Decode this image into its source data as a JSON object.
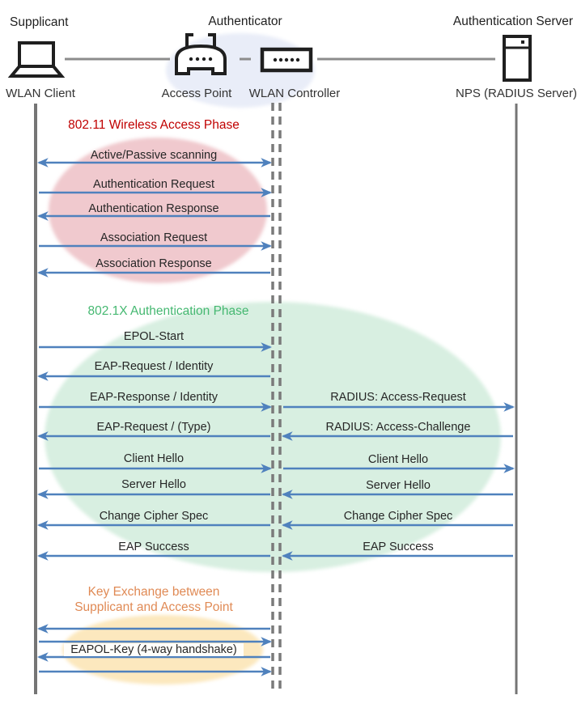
{
  "diagram": {
    "roles": {
      "supplicant": "Supplicant",
      "authenticator": "Authenticator",
      "authentication_server": "Authentication Server"
    },
    "nodes": {
      "wlan_client": "WLAN Client",
      "access_point": "Access Point",
      "wlan_controller": "WLAN Controller",
      "nps": "NPS (RADIUS Server)"
    },
    "phases": {
      "wireless_access": {
        "title": "802.11 Wireless Access Phase",
        "title_color": "#C00000",
        "ellipse_color": "#F0C9CE"
      },
      "authentication": {
        "title": "802.1X Authentication Phase",
        "title_color": "#45B871",
        "ellipse_color": "#D8EFE1"
      },
      "key_exchange": {
        "title_line1": "Key Exchange between",
        "title_line2": "Supplicant and Access Point",
        "title_color": "#E08A55",
        "ellipse_color": "#FCE8BE",
        "label": "EAPOL-Key (4-way handshake)",
        "arrow_directions": [
          "left",
          "right",
          "left",
          "right"
        ]
      }
    },
    "messages": {
      "left": [
        {
          "label": "Active/Passive scanning",
          "direction": "both"
        },
        {
          "label": "Authentication Request",
          "direction": "right"
        },
        {
          "label": "Authentication Response",
          "direction": "left"
        },
        {
          "label": "Association Request",
          "direction": "right"
        },
        {
          "label": "Association Response",
          "direction": "left"
        },
        {
          "label": "EPOL-Start",
          "direction": "right"
        },
        {
          "label": "EAP-Request / Identity",
          "direction": "left"
        },
        {
          "label": "EAP-Response / Identity",
          "direction": "right"
        },
        {
          "label": "EAP-Request / (Type)",
          "direction": "left"
        },
        {
          "label": "Client Hello",
          "direction": "right"
        },
        {
          "label": "Server Hello",
          "direction": "left"
        },
        {
          "label": "Change Cipher Spec",
          "direction": "left"
        },
        {
          "label": "EAP Success",
          "direction": "left"
        }
      ],
      "right": [
        {
          "label": "RADIUS: Access-Request",
          "direction": "right"
        },
        {
          "label": "RADIUS: Access-Challenge",
          "direction": "left"
        },
        {
          "label": "Client Hello",
          "direction": "right"
        },
        {
          "label": "Server Hello",
          "direction": "left"
        },
        {
          "label": "Change Cipher Spec",
          "direction": "left"
        },
        {
          "label": "EAP Success",
          "direction": "left"
        }
      ]
    },
    "colors": {
      "arrow": "#4F81BD",
      "lifeline": "#757575",
      "divider_dashed": "#7A7A7A",
      "authenticator_ellipse": "#E9EDF8",
      "icon": "#1F1F1F",
      "text": "#262626"
    }
  }
}
